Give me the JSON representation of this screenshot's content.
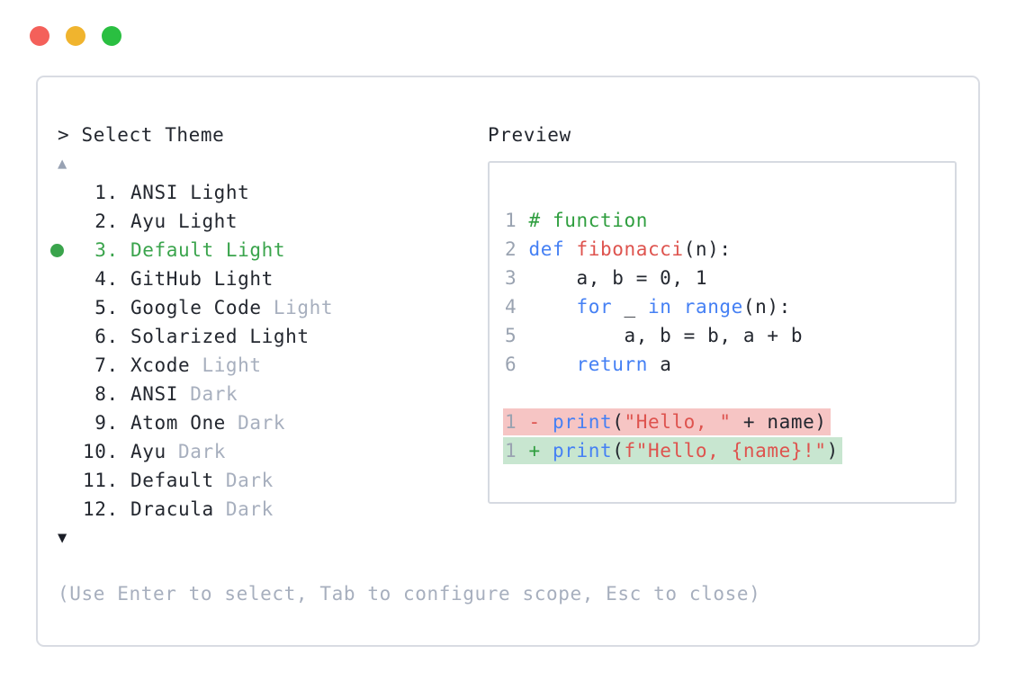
{
  "window": {
    "traffic_lights": [
      {
        "name": "close",
        "color": "#f4605a"
      },
      {
        "name": "minimize",
        "color": "#f0b42e"
      },
      {
        "name": "zoom",
        "color": "#2abf41"
      }
    ]
  },
  "theme_picker": {
    "prompt": "> Select Theme",
    "scroll_up_indicator": "▲",
    "scroll_down_indicator": "▼",
    "items": [
      {
        "num": "1",
        "name": "ANSI Light",
        "muted": "",
        "selected": false
      },
      {
        "num": "2",
        "name": "Ayu Light",
        "muted": "",
        "selected": false
      },
      {
        "num": "3",
        "name": "Default Light",
        "muted": "",
        "selected": true
      },
      {
        "num": "4",
        "name": "GitHub Light",
        "muted": "",
        "selected": false
      },
      {
        "num": "5",
        "name": "Google Code",
        "muted": "Light",
        "selected": false
      },
      {
        "num": "6",
        "name": "Solarized Light",
        "muted": "",
        "selected": false
      },
      {
        "num": "7",
        "name": "Xcode",
        "muted": "Light",
        "selected": false
      },
      {
        "num": "8",
        "name": "ANSI",
        "muted": "Dark",
        "selected": false
      },
      {
        "num": "9",
        "name": "Atom One",
        "muted": "Dark",
        "selected": false
      },
      {
        "num": "10",
        "name": "Ayu",
        "muted": "Dark",
        "selected": false
      },
      {
        "num": "11",
        "name": "Default",
        "muted": "Dark",
        "selected": false
      },
      {
        "num": "12",
        "name": "Dracula",
        "muted": "Dark",
        "selected": false
      }
    ],
    "hint": "(Use Enter to select, Tab to configure scope, Esc to close)"
  },
  "preview": {
    "title": "Preview",
    "code_lines": [
      {
        "num": "1",
        "tokens": [
          [
            "# function",
            "comment"
          ]
        ]
      },
      {
        "num": "2",
        "tokens": [
          [
            "def",
            "kw"
          ],
          [
            " ",
            "def"
          ],
          [
            "fibonacci",
            "fn"
          ],
          [
            "(n):",
            "def"
          ]
        ]
      },
      {
        "num": "3",
        "tokens": [
          [
            "    a, b = 0, 1",
            "def"
          ]
        ]
      },
      {
        "num": "4",
        "tokens": [
          [
            "    ",
            "def"
          ],
          [
            "for",
            "kw"
          ],
          [
            " _ ",
            "def"
          ],
          [
            "in",
            "kw"
          ],
          [
            " ",
            "def"
          ],
          [
            "range",
            "kw"
          ],
          [
            "(n):",
            "def"
          ]
        ]
      },
      {
        "num": "5",
        "tokens": [
          [
            "        a, b = b, a + b",
            "def"
          ]
        ]
      },
      {
        "num": "6",
        "tokens": [
          [
            "    ",
            "def"
          ],
          [
            "return",
            "kw"
          ],
          [
            " a",
            "def"
          ]
        ]
      },
      {
        "blank": true
      },
      {
        "num": "1",
        "sign": "-",
        "diff": "del",
        "tokens": [
          [
            "print",
            "kw"
          ],
          [
            "(",
            "def"
          ],
          [
            "\"Hello, \"",
            "str"
          ],
          [
            " + name)",
            "def"
          ]
        ]
      },
      {
        "num": "1",
        "sign": "+",
        "diff": "add",
        "tokens": [
          [
            "print",
            "kw"
          ],
          [
            "(",
            "def"
          ],
          [
            "f\"Hello, {name}!\"",
            "str"
          ],
          [
            ")",
            "def"
          ]
        ]
      }
    ]
  },
  "colors": {
    "text_dark": "#23272f",
    "text_muted": "#a7afbe",
    "line_number_gray": "#9aa3b1",
    "selection_green": "#3aa44c",
    "comment_green": "#2f9e3f",
    "keyword_blue": "#4580f4",
    "string_red": "#de534e",
    "diff_del_bg": "#f6c5c4",
    "diff_add_bg": "#c8e6d0",
    "panel_border": "#d9dce3",
    "scroll_up_gray": "#98a2b3",
    "scroll_down_dark": "#1a1d26"
  }
}
